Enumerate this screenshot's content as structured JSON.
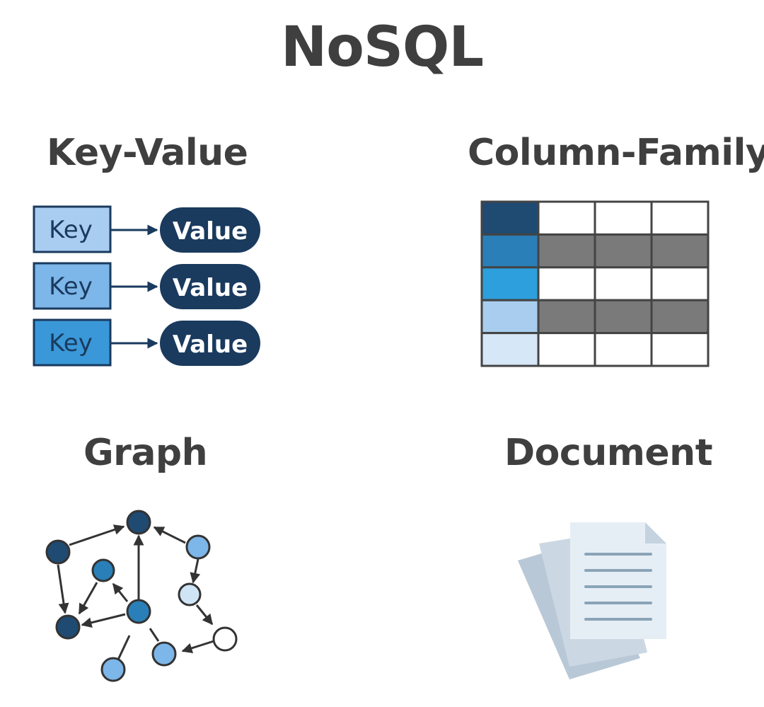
{
  "title": "NoSQL",
  "colors": {
    "text": "#3f3f3f",
    "navy": "#1a3a5e",
    "key_light": "#a9cdf0",
    "key_mid": "#7db6e8",
    "key_strong": "#3a98d8",
    "gray_cell": "#7a7a7a",
    "grid_line": "#444444",
    "doc_paper": "#e8f0f6",
    "doc_shadow": "#b8c8d6",
    "doc_lines": "#8aa4b8"
  },
  "key_value": {
    "title": "Key-Value",
    "pairs": [
      {
        "key": "Key",
        "value": "Value"
      },
      {
        "key": "Key",
        "value": "Value"
      },
      {
        "key": "Key",
        "value": "Value"
      }
    ]
  },
  "column_family": {
    "title": "Column-Family",
    "first_column_colors": [
      "#1f4a72",
      "#2a7fb8",
      "#2d9fdd",
      "#a8cdef",
      "#d6e7f7"
    ],
    "gray_rows": [
      1,
      3
    ]
  },
  "graph": {
    "title": "Graph"
  },
  "document": {
    "title": "Document"
  }
}
